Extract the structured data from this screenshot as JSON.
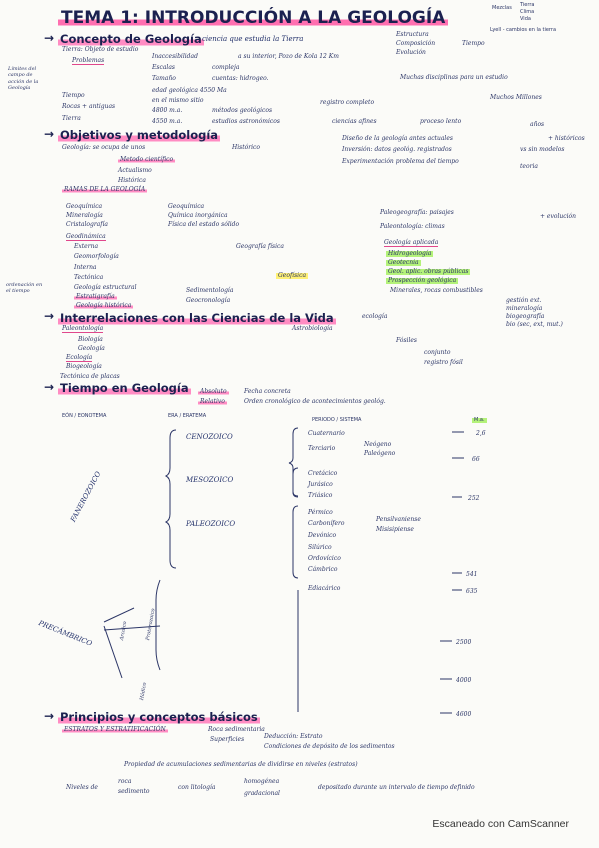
{
  "title": "TEMA 1: INTRODUCCIÓN A LA GEOLOGÍA",
  "corner_notes": {
    "line1": "Mezclas",
    "line2": "Lyell - cambios en la tierra",
    "opts": [
      "Tierra",
      "Clima",
      "Vida"
    ]
  },
  "section1": {
    "heading": "Concepto de Geología",
    "heading_tail": "ciencia que estudia la Tierra",
    "branches": [
      "Estructura",
      "Composición",
      "Evolución"
    ],
    "branches_tail": "Tiempo",
    "line_a": "Tierra: Objeto de estudio",
    "line_b": "Problemas",
    "items": [
      "Inaccesibilidad",
      "Escalas",
      "Tamaño"
    ],
    "item_tails": [
      "a su interior, Pozo de Kola 12 Km",
      "compleja",
      "cuentas: hidrogeo."
    ],
    "extra": [
      "edad geológica 4550 Ma",
      "en el mismo sitio",
      "Muchas disciplinas para un estudio"
    ],
    "left_note": "Límites del campo de acción de la Geología",
    "tiempo": "Tiempo",
    "tiempo_rows": [
      "Rocas + antiguas",
      "Tierra"
    ],
    "tiempo_vals": [
      "4800 m.a.",
      "4550 m.a.",
      "métodos geológicos",
      "estudios astronómicos",
      "ciencias afines"
    ],
    "tiempo_tail": [
      "registro completo",
      "proceso lento",
      "Muchos Millones",
      "años"
    ]
  },
  "section2": {
    "heading": "Objetivos y metodología",
    "intro": "Geología: se ocupa de unos",
    "hist": "Histórico",
    "hl1": "Metodo científico",
    "sub": [
      "Actualismo",
      "Histórica"
    ],
    "right": [
      "Diseño de la geología antes actuales",
      "Inversión: datos geológ. registrados",
      "Experimentación problema del tiempo"
    ],
    "right_tail": [
      "+ históricos",
      "vs sin modelos",
      "teoria"
    ],
    "ramas_label": "RAMAS DE LA GEOLOGÍA",
    "ramas": [
      "Geoquímica",
      "Mineralogía",
      "Cristalografía"
    ],
    "ramas_mid": [
      "Geoquímica",
      "Química inorgánica",
      "Física del estado sólido"
    ],
    "reconstr": [
      "Paleogeografía: paisajes",
      "Paleontología: climas"
    ],
    "reconstr_tail": "+ evolución",
    "geodinamica": "Geodinámica",
    "geo_items": [
      "Externa",
      "Geomorfología",
      "Interna",
      "Tectónica",
      "Geología estructural"
    ],
    "geo_tail": [
      "Geografía física",
      "Geofísica"
    ],
    "aplicada_label": "Geología aplicada",
    "aplicada": [
      "Hidrogeología",
      "Geotecnia",
      "Geol. aplic. obras públicas",
      "Prospección geológica"
    ],
    "aplicada_tail": "Minerales, rocas combustibles",
    "left_small": "ordenación en el tiempo",
    "estrat": [
      "Estratigrafía",
      "Geología histórica"
    ],
    "estrat_tail": [
      "Sedimentología",
      "Geocronología"
    ]
  },
  "section3": {
    "heading": "Interrelaciones con las Ciencias de la Vida",
    "sub1": "ecología",
    "paleo": "Paleontología",
    "astro": "Astrobiología",
    "lines": [
      "Biología",
      "Geología",
      "Ecología",
      "Biogeología"
    ],
    "right": [
      "gestión ext.",
      "mineralogía",
      "biogeografía",
      "bio (sec, ext, mut.)"
    ],
    "tectonica": "Tectónica de placas",
    "fosil": [
      "Fósiles",
      "conjunto",
      "registro fósil"
    ]
  },
  "section4": {
    "heading": "Tiempo en Geología",
    "items": [
      "Absoluto",
      "Relativo"
    ],
    "tails": [
      "Fecha concreta",
      "Orden cronológico de acontecimientos geológ."
    ],
    "columns": [
      "EÓN / EONOTEMA",
      "ERA / ERATEMA",
      "PERIODO / SISTEMA",
      "M.a."
    ],
    "eras": [
      "CENOZOICO",
      "MESOZOICO",
      "PALEOZOICO"
    ],
    "periods": [
      "Cuaternario",
      "Terciario",
      "Neógeno",
      "Paleógeno",
      "Cretácico",
      "Jurásico",
      "Triásico",
      "Pérmico",
      "Carbonífero",
      "Pensilvaniense",
      "Misisipiense",
      "Devónico",
      "Silúrico",
      "Ordovícico",
      "Cámbrico",
      "Ediacárico"
    ],
    "ma": [
      "2,6",
      "66",
      "252",
      "541",
      "635",
      "2500",
      "4000",
      "4600"
    ],
    "eons": [
      "FANEROZOICO",
      "PRECÁMBRICO",
      "Arcaico",
      "Proterozoico",
      "Hádico"
    ]
  },
  "section5": {
    "heading": "Principios y conceptos básicos",
    "hl": "ESTRATOS Y ESTRATIFICACIÓN",
    "lines": [
      "Roca sedimentaria",
      "Superficies",
      "Deducción: Estrato",
      "Condiciones de depósito de los sedimentos",
      "Propiedad de acumulaciones sedimentarias de dividirse en niveles (estratos)"
    ],
    "niveles": [
      "Niveles de",
      "roca",
      "sedimento",
      "con litología",
      "homogénea",
      "gradacional",
      "depositado durante un intervalo de tiempo definido"
    ]
  },
  "footer": "Escaneado con CamScanner"
}
